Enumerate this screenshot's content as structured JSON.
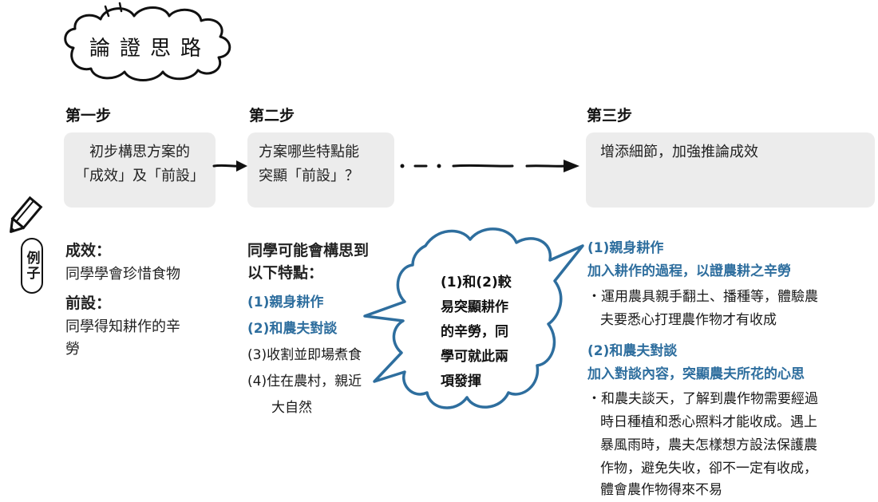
{
  "title": "論證思路",
  "steps": [
    {
      "heading": "第一步",
      "lines": [
        "初步構思方案的",
        "「成效」及「前設」"
      ]
    },
    {
      "heading": "第二步",
      "lines": [
        "方案哪些特點能",
        "突顯「前設」？"
      ]
    },
    {
      "heading": "第三步",
      "lines": [
        "增添細節，加強推論成效"
      ]
    }
  ],
  "example_label": "例子",
  "col1": {
    "effect_label": "成效：",
    "effect_text": "同學學會珍惜食物",
    "premise_label": "前設：",
    "premise_lines": [
      "同學得知耕作的辛",
      "勞"
    ]
  },
  "col2": {
    "intro_lines": [
      "同學可能會構思到",
      "以下特點："
    ],
    "items": [
      {
        "text": "(1)親身耕作",
        "highlight": true
      },
      {
        "text": "(2)和農夫對談",
        "highlight": true
      },
      {
        "text": "(3)收割並即場煮食",
        "highlight": false
      },
      {
        "text": "(4)住在農村，親近",
        "highlight": false
      },
      {
        "text": "大自然",
        "highlight": false
      }
    ]
  },
  "bubble": {
    "lines": [
      "(1)和(2)較",
      "易突顯耕作",
      "的辛勞，同",
      "學可就此兩",
      "項發揮"
    ]
  },
  "col3": {
    "sections": [
      {
        "title": "(1)親身耕作",
        "subtitle": "加入耕作的過程，以證農耕之辛勞",
        "bullet_lines": [
          "・運用農具親手翻土、播種等，體驗農",
          "夫要悉心打理農作物才有收成"
        ]
      },
      {
        "title": "(2)和農夫對談",
        "subtitle": "加入對談內容，突顯農夫所花的心思",
        "bullet_lines": [
          "・和農夫談天，了解到農作物需要經過",
          "時日種植和悉心照料才能收成。遇上",
          "暴風雨時，農夫怎樣想方設法保護農",
          "作物，避免失收，卻不一定有收成，",
          "體會農作物得來不易"
        ]
      }
    ]
  },
  "colors": {
    "accent": "#2e6e9e",
    "box": "#ececec"
  }
}
